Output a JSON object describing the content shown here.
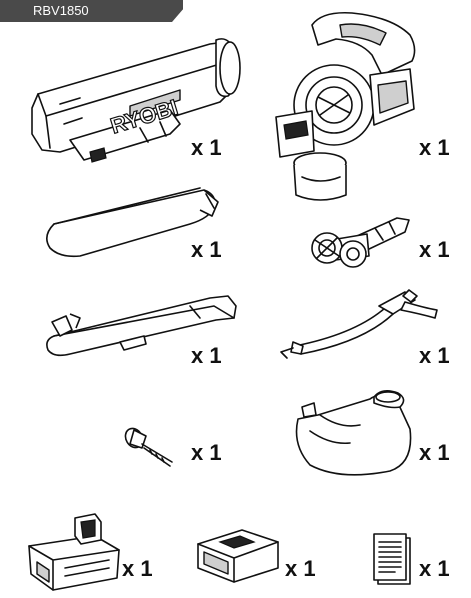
{
  "model": "RBV1850",
  "brand_text": "RYOBI",
  "items": [
    {
      "name": "blower-tube",
      "qty": "x 1"
    },
    {
      "name": "motor-housing",
      "qty": "x 1"
    },
    {
      "name": "blower-nozzle",
      "qty": "x 1"
    },
    {
      "name": "wheel-assembly",
      "qty": "x 1"
    },
    {
      "name": "vacuum-tube",
      "qty": "x 1"
    },
    {
      "name": "shoulder-strap",
      "qty": "x 1"
    },
    {
      "name": "knob-screw",
      "qty": "x 1"
    },
    {
      "name": "collection-bag",
      "qty": "x 1"
    },
    {
      "name": "battery",
      "qty": "x 1"
    },
    {
      "name": "charger",
      "qty": "x 1"
    },
    {
      "name": "manual",
      "qty": "x 1"
    }
  ]
}
